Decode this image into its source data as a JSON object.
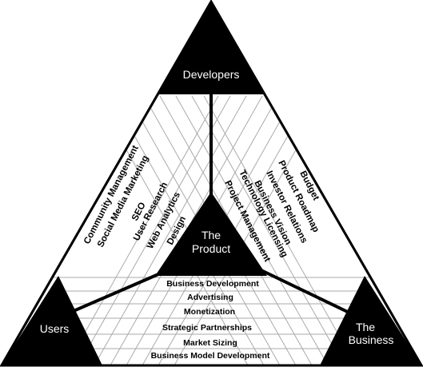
{
  "corners": {
    "top": "Developers",
    "left": "Users",
    "right_line1": "The",
    "right_line2": "Business"
  },
  "center": {
    "line1": "The",
    "line2": "Product"
  },
  "left_skills": [
    "Community Management",
    "Social Media Marketing",
    "SEO",
    "User Research",
    "Web Analytics",
    "Design"
  ],
  "right_skills": [
    "Budget",
    "Product Roadmap",
    "Investor Relations",
    "Business Vision",
    "Technology Licensing",
    "Project Management"
  ],
  "bottom_skills": [
    "Business Development",
    "Advertising",
    "Monetization",
    "Strategic Partnerships",
    "Market Sizing",
    "Business Model Development"
  ],
  "colors": {
    "fill": "#000000",
    "background": "#ffffff",
    "guide": "#aaaaaa"
  }
}
